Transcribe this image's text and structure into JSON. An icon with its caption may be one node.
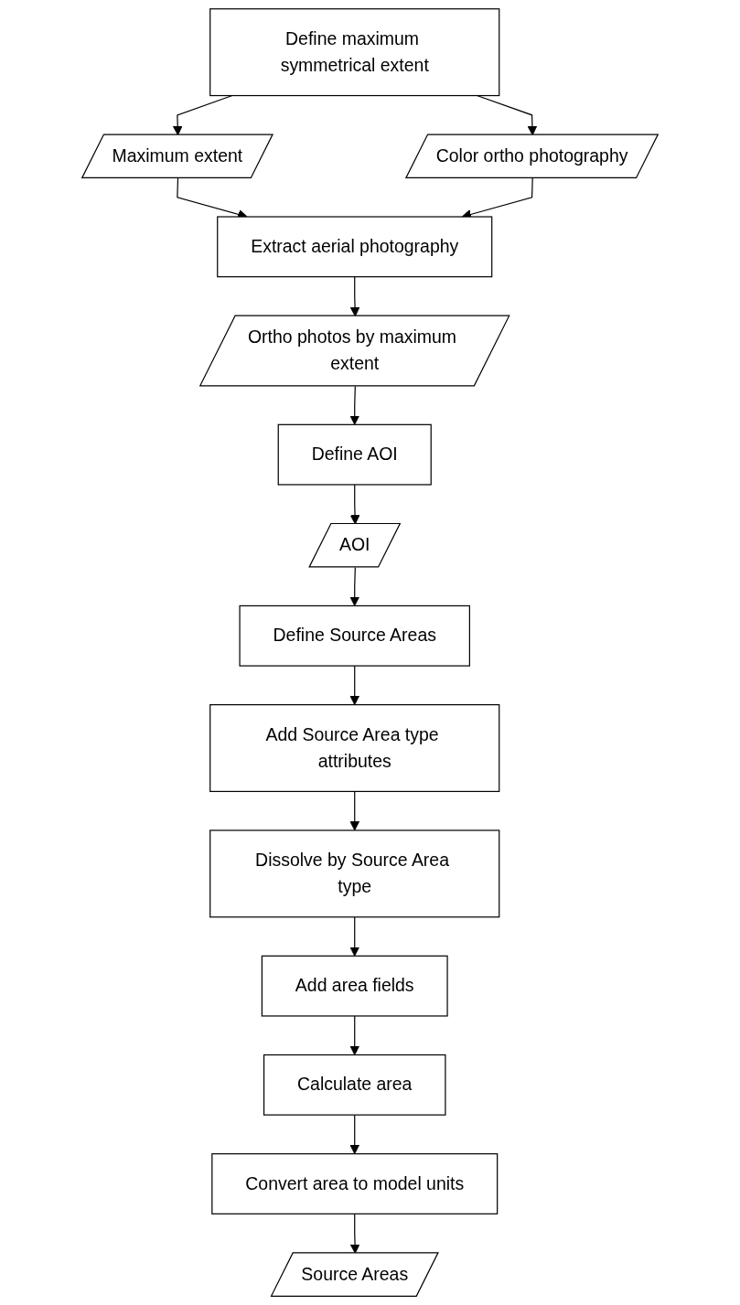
{
  "diagram": {
    "nodes": [
      {
        "text": [
          "Define maximum symmetrical extent"
        ]
      },
      {
        "text": [
          "Maximum extent"
        ]
      },
      {
        "text": [
          "Color ortho photography"
        ]
      },
      {
        "text": [
          "Extract aerial photography"
        ]
      },
      {
        "text": [
          "Ortho photos by maximum extent"
        ]
      },
      {
        "text": [
          "Define AOI"
        ]
      },
      {
        "text": [
          "AOI"
        ]
      },
      {
        "text": [
          "Define Source Areas"
        ]
      },
      {
        "text": [
          "Add Source Area type attributes"
        ]
      },
      {
        "text": [
          "Dissolve by Source Area type"
        ]
      },
      {
        "text": [
          "Add area fields"
        ]
      },
      {
        "text": [
          "Calculate area"
        ]
      },
      {
        "text": [
          "Convert area to model units"
        ]
      },
      {
        "text": [
          "Source Areas"
        ]
      }
    ],
    "edges": [
      {
        "from": 0,
        "to": 1,
        "arrow": "to"
      },
      {
        "from": 0,
        "to": 2,
        "arrow": "to"
      },
      {
        "from": 1,
        "to": 3,
        "arrow": "to"
      },
      {
        "from": 2,
        "to": 3,
        "arrow": "to"
      },
      {
        "from": 3,
        "to": 4,
        "arrow": "to"
      },
      {
        "from": 4,
        "to": 5,
        "arrow": "to"
      },
      {
        "from": 5,
        "to": 6,
        "arrow": "to"
      },
      {
        "from": 6,
        "to": 7,
        "arrow": "to"
      },
      {
        "from": 7,
        "to": 8,
        "arrow": "to"
      },
      {
        "from": 8,
        "to": 9,
        "arrow": "to"
      },
      {
        "from": 9,
        "to": 10,
        "arrow": "to"
      },
      {
        "from": 10,
        "to": 11,
        "arrow": "to"
      },
      {
        "from": 11,
        "to": 12,
        "arrow": "to"
      },
      {
        "from": 12,
        "to": 13,
        "arrow": "to"
      }
    ]
  }
}
